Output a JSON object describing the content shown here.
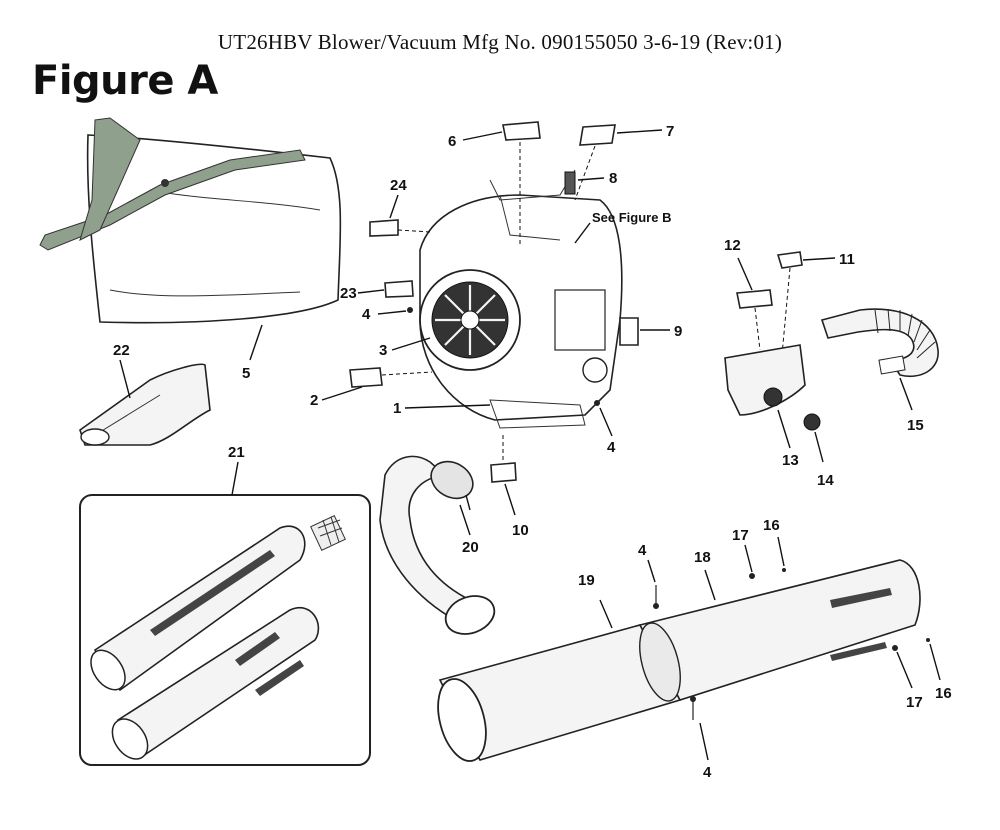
{
  "header": {
    "title": "UT26HBV Blower/Vacuum Mfg No. 090155050 3-6-19 (Rev:01)",
    "figure_label": "Figure A"
  },
  "references": {
    "figure_b": "See Figure B"
  },
  "callouts": {
    "c1": "1",
    "c2": "2",
    "c3": "3",
    "c4a": "4",
    "c4b": "4",
    "c4c": "4",
    "c4d": "4",
    "c5": "5",
    "c6": "6",
    "c7": "7",
    "c8": "8",
    "c9": "9",
    "c10": "10",
    "c11": "11",
    "c12": "12",
    "c13": "13",
    "c14": "14",
    "c15": "15",
    "c16a": "16",
    "c16b": "16",
    "c17a": "17",
    "c17b": "17",
    "c18": "18",
    "c19": "19",
    "c20": "20",
    "c21": "21",
    "c22": "22",
    "c23": "23",
    "c24": "24"
  }
}
